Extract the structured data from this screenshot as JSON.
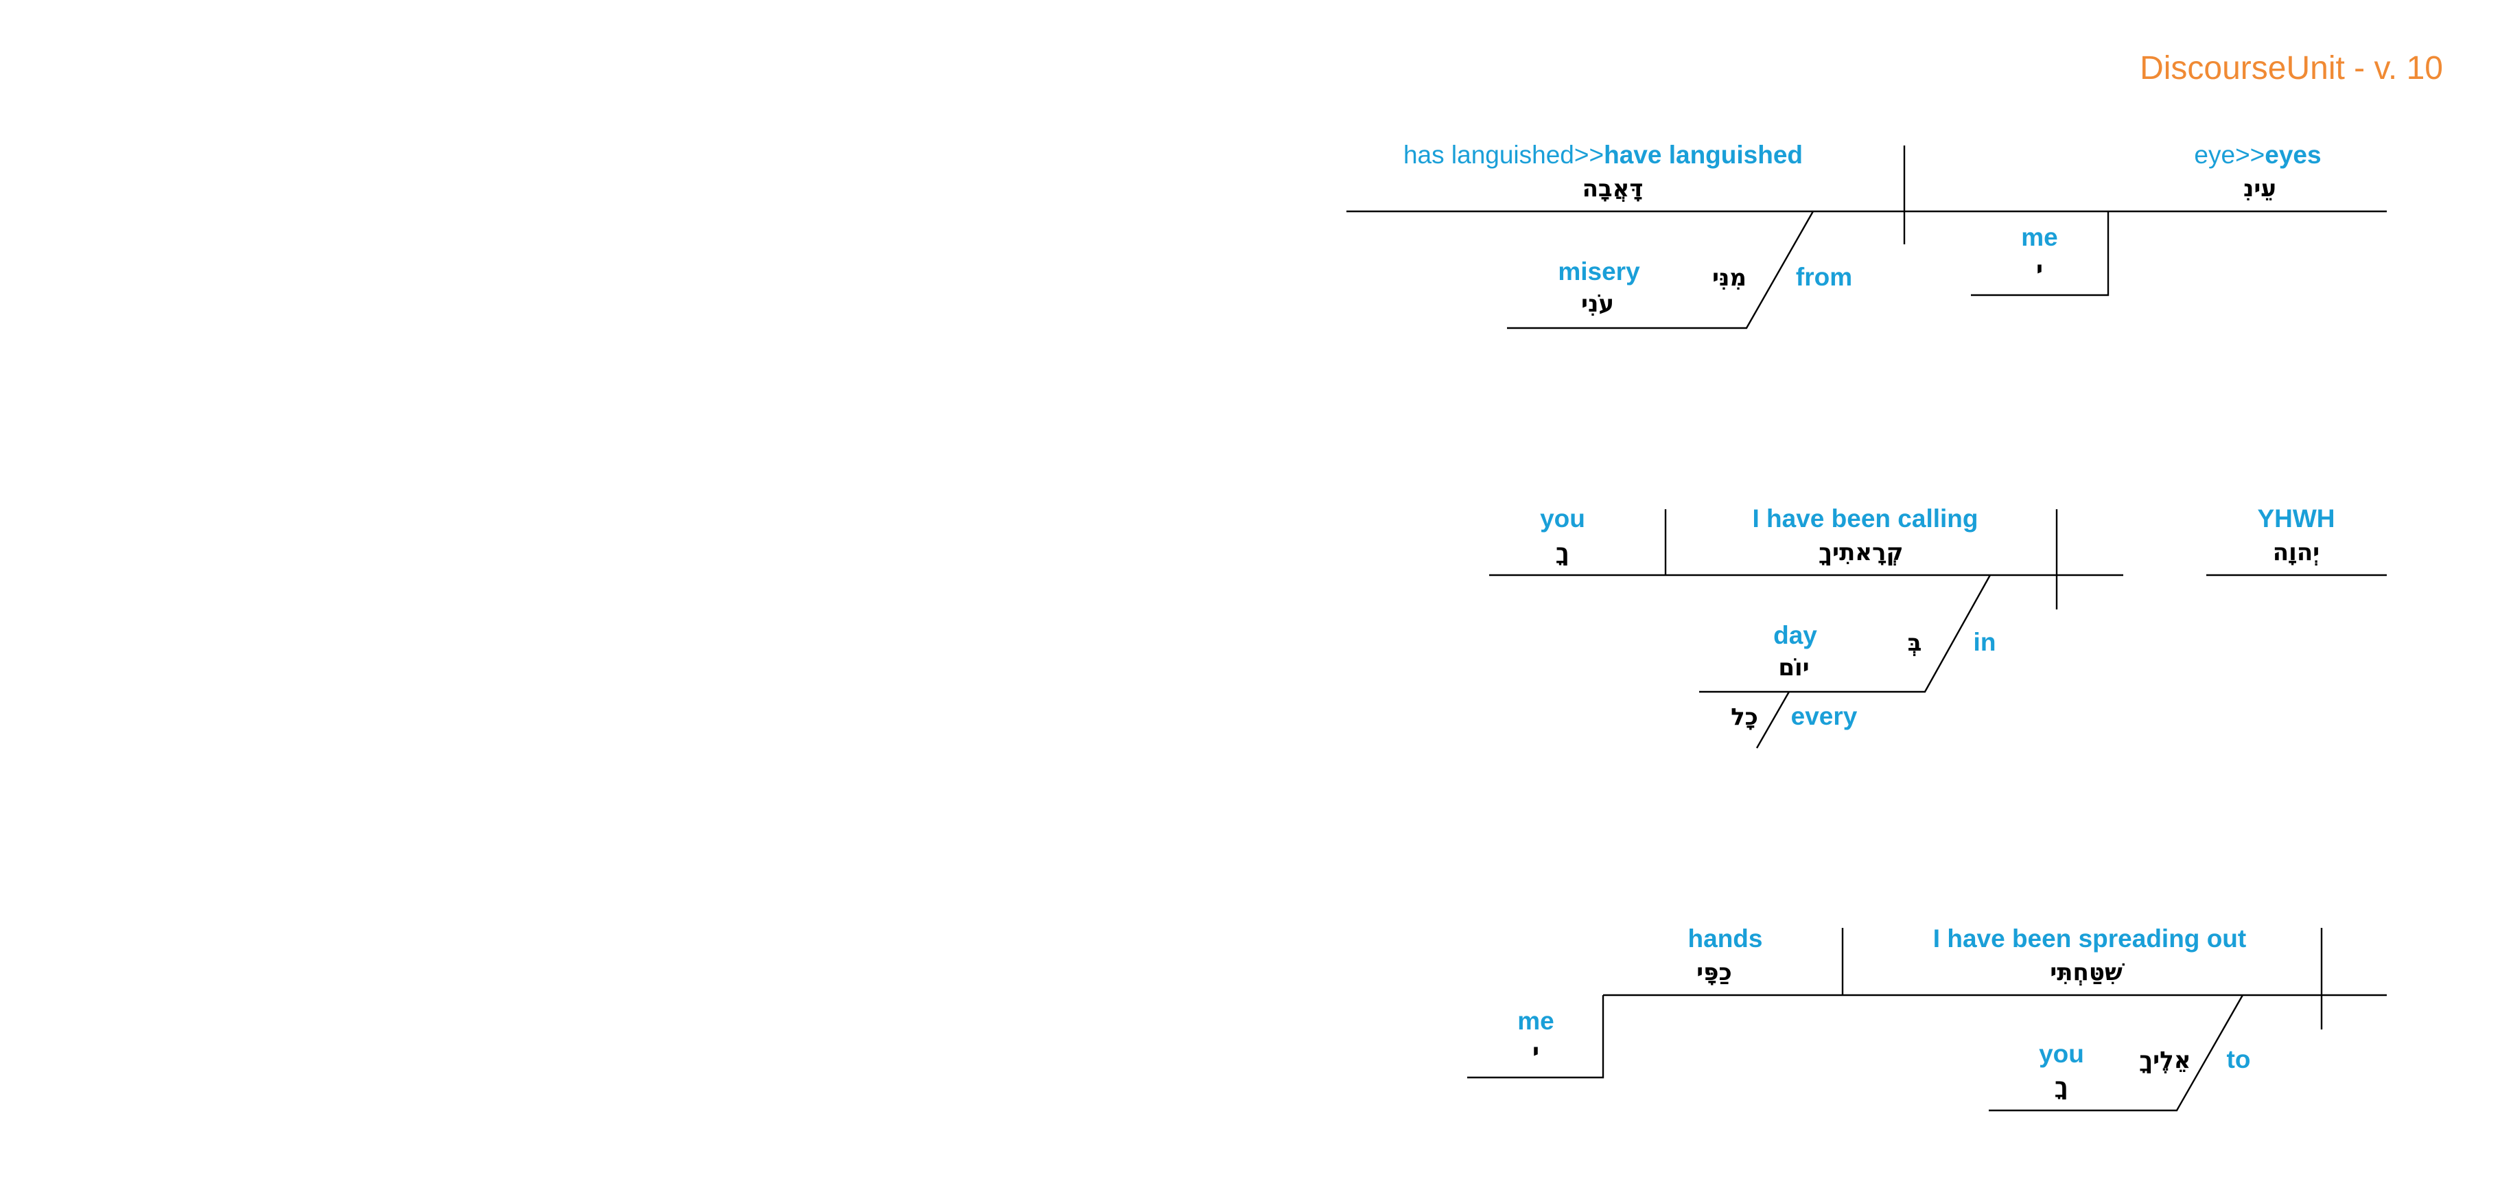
{
  "colors": {
    "english": "#1a9fd8",
    "title": "#f08a34",
    "hebrew": "#000000",
    "lines": "#000000"
  },
  "title": "DiscourseUnit - v. 10",
  "clause1": {
    "verb": {
      "english_old": "has languished",
      "arrow": ">>",
      "english_new": "have languished",
      "hebrew": "דָּאֲבָה"
    },
    "subject": {
      "english_old": "eye",
      "arrow": ">>",
      "english_new": "eyes",
      "hebrew": "עֵינִ"
    },
    "possessor": {
      "english": "me",
      "hebrew": "י"
    },
    "prep_phrase": {
      "preposition": "from",
      "preposition_hebrew": "מִנִּי",
      "object_english": "misery",
      "object_hebrew": "עֹנִי"
    }
  },
  "clause2": {
    "vocative": {
      "english": "YHWH",
      "hebrew": "יְהוָה"
    },
    "verb": {
      "english": "I have been calling",
      "hebrew": "קְרָאתִיךָ"
    },
    "object": {
      "english": "you",
      "hebrew": "ךָ"
    },
    "prep_phrase": {
      "preposition": "in",
      "preposition_hebrew": "בְּ",
      "object_english": "day",
      "object_hebrew": "יוֹם"
    },
    "modifier": {
      "english": "every",
      "hebrew": "כָל"
    }
  },
  "clause3": {
    "verb": {
      "english": "I have been spreading out",
      "hebrew": "שִׁטַּחְתִּי"
    },
    "object": {
      "english": "hands",
      "hebrew": "כַפָּי"
    },
    "possessor": {
      "english": "me",
      "hebrew": "י"
    },
    "prep_phrase": {
      "preposition": "to",
      "preposition_hebrew": "אֵלֶיךָ",
      "object_english": "you",
      "object_hebrew": "ךָ"
    }
  }
}
